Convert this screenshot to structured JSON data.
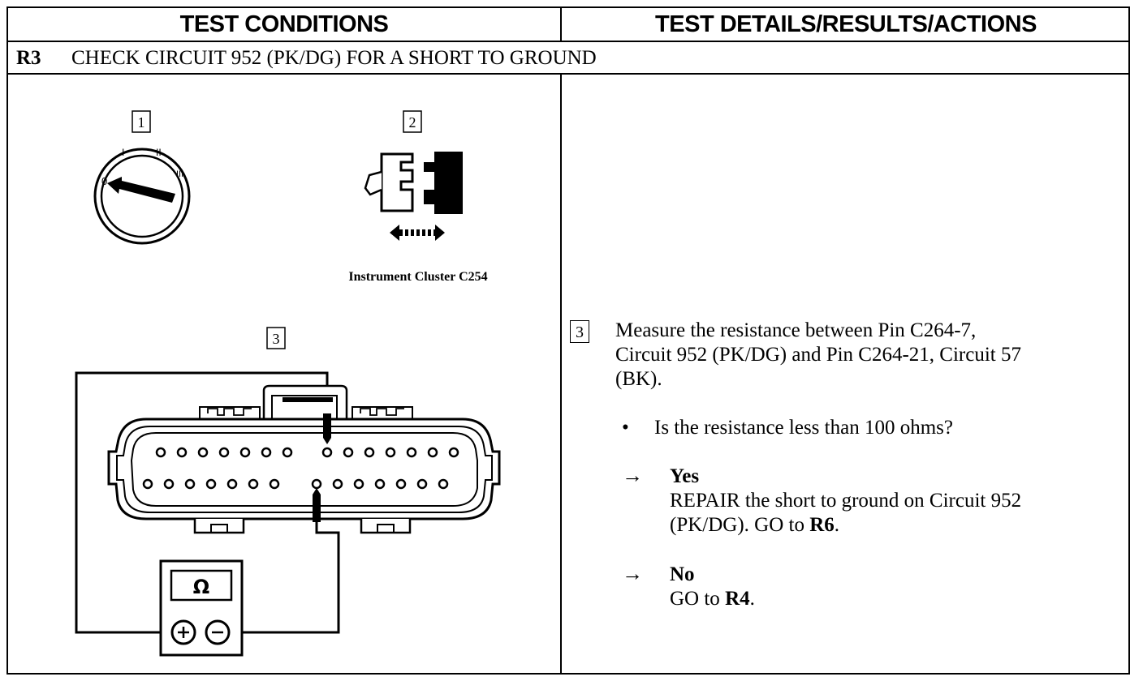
{
  "header": {
    "left": "TEST CONDITIONS",
    "right": "TEST DETAILS/RESULTS/ACTIONS"
  },
  "step": {
    "code": "R3",
    "title": "CHECK CIRCUIT 952 (PK/DG) FOR A SHORT TO GROUND"
  },
  "diagram": {
    "callout1": "1",
    "callout2": "2",
    "callout3": "3",
    "connector_label": "Instrument Cluster C254",
    "meter_symbol": "Ω",
    "key_marks": [
      "0",
      "I",
      "II",
      "III"
    ]
  },
  "details": {
    "badge": "3",
    "instruction_line1": "Measure the resistance between Pin C264-7,",
    "instruction_line2": "Circuit 952 (PK/DG) and Pin C264-21, Circuit 57",
    "instruction_line3": "(BK).",
    "bullet": "•",
    "question": "Is the resistance less than 100 ohms?",
    "arrow": "→",
    "yes_label": "Yes",
    "yes_text_line1": "REPAIR the short to ground on Circuit 952",
    "yes_text_prefix": "(PK/DG). GO to ",
    "yes_goto": "R6",
    "yes_suffix": ".",
    "no_label": "No",
    "no_text_prefix": "GO to ",
    "no_goto": "R4",
    "no_suffix": "."
  }
}
